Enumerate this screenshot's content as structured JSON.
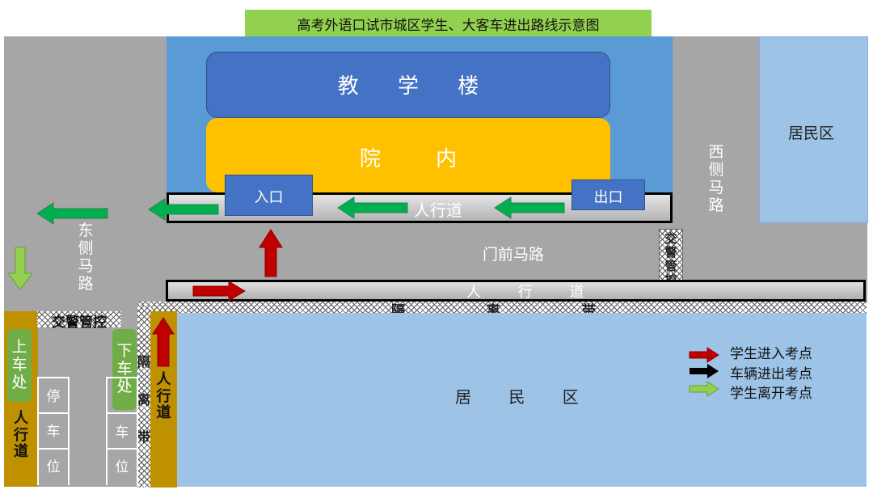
{
  "title": "高考外语口试市城区学生、大客车进出路线示意图",
  "colors": {
    "road": "#a6a6a6",
    "title_bg": "#92d050",
    "building": "#4472c4",
    "campus_blue": "#5b9bd5",
    "courtyard": "#ffc000",
    "residential": "#9dc3e6",
    "sidewalk_gold": "#bf9000",
    "stop_green": "#70ad47",
    "red_arrow": "#c00000",
    "green_arrow": "#00b050",
    "light_green_arrow": "#92d050",
    "black_arrow": "#000000"
  },
  "labels": {
    "teaching_building": "教 学 楼",
    "courtyard": "院 内",
    "entrance": "入口",
    "exit": "出口",
    "top_sidewalk": "人行道",
    "front_road": "门前马路",
    "front_sidewalk": "人 行 道",
    "median": "隔 离 带",
    "west_road": "西侧马路",
    "east_road": "东侧马路",
    "residential_right": "居民区",
    "residential_main": "居 民 区",
    "traffic_police": "交警管控",
    "traffic_police_vertical": "交警管控",
    "boarding": "上车处",
    "alighting": "下车处",
    "left_sidewalk": "人行道",
    "right_sidewalk": "人行道",
    "parking": "停车位",
    "parking_right": "车位",
    "median_vertical": "隔离带"
  },
  "legend": [
    {
      "label": "学生进入考点",
      "color": "#c00000"
    },
    {
      "label": "车辆进出考点",
      "color": "#000000"
    },
    {
      "label": "学生离开考点",
      "color": "#92d050"
    }
  ]
}
